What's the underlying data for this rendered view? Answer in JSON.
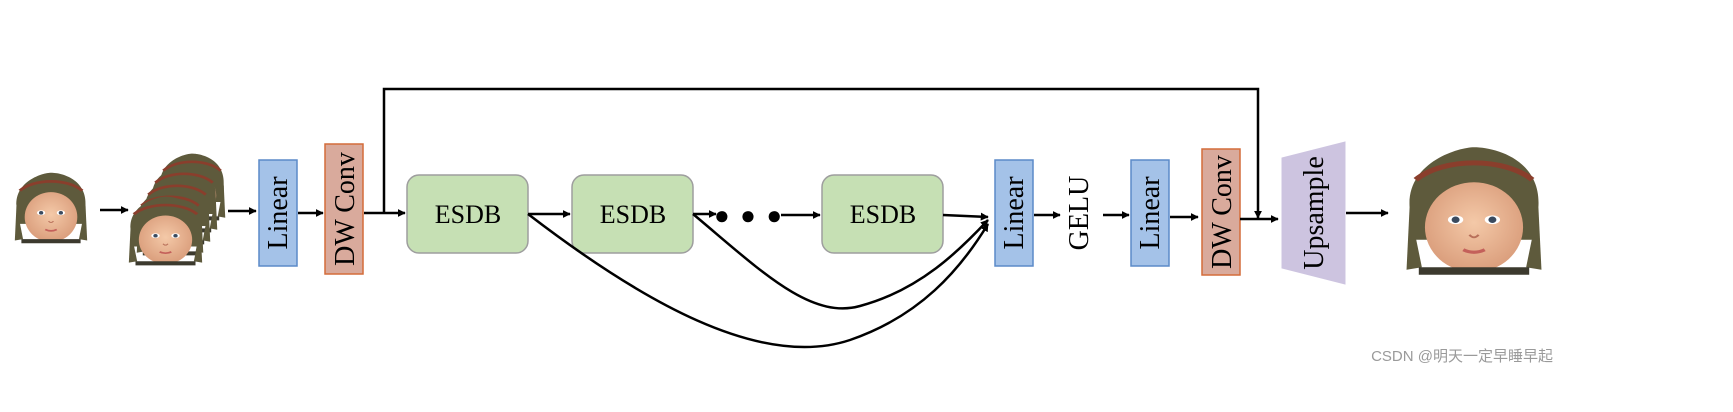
{
  "diagram": {
    "blocks": {
      "linear_1": "Linear",
      "dw_conv_1": "DW Conv",
      "esdb_1": "ESDB",
      "esdb_2": "ESDB",
      "esdb_n": "ESDB",
      "linear_2": "Linear",
      "gelu": "GELU",
      "linear_3": "Linear",
      "dw_conv_2": "DW Conv",
      "upsample": "Upsample"
    },
    "ellipsis": "● ● ●",
    "watermark": "CSDN @明天一定早睡早起"
  },
  "colors": {
    "linear_fill": "#a4c2e8",
    "linear_stroke": "#5b8ac8",
    "conv_fill": "#d9aa9c",
    "conv_stroke": "#d46c3a",
    "esdb_fill": "#c6e0b4",
    "esdb_stroke": "#9e9e9e",
    "upsample_fill": "#cdc4e0",
    "arrow": "#000000"
  }
}
